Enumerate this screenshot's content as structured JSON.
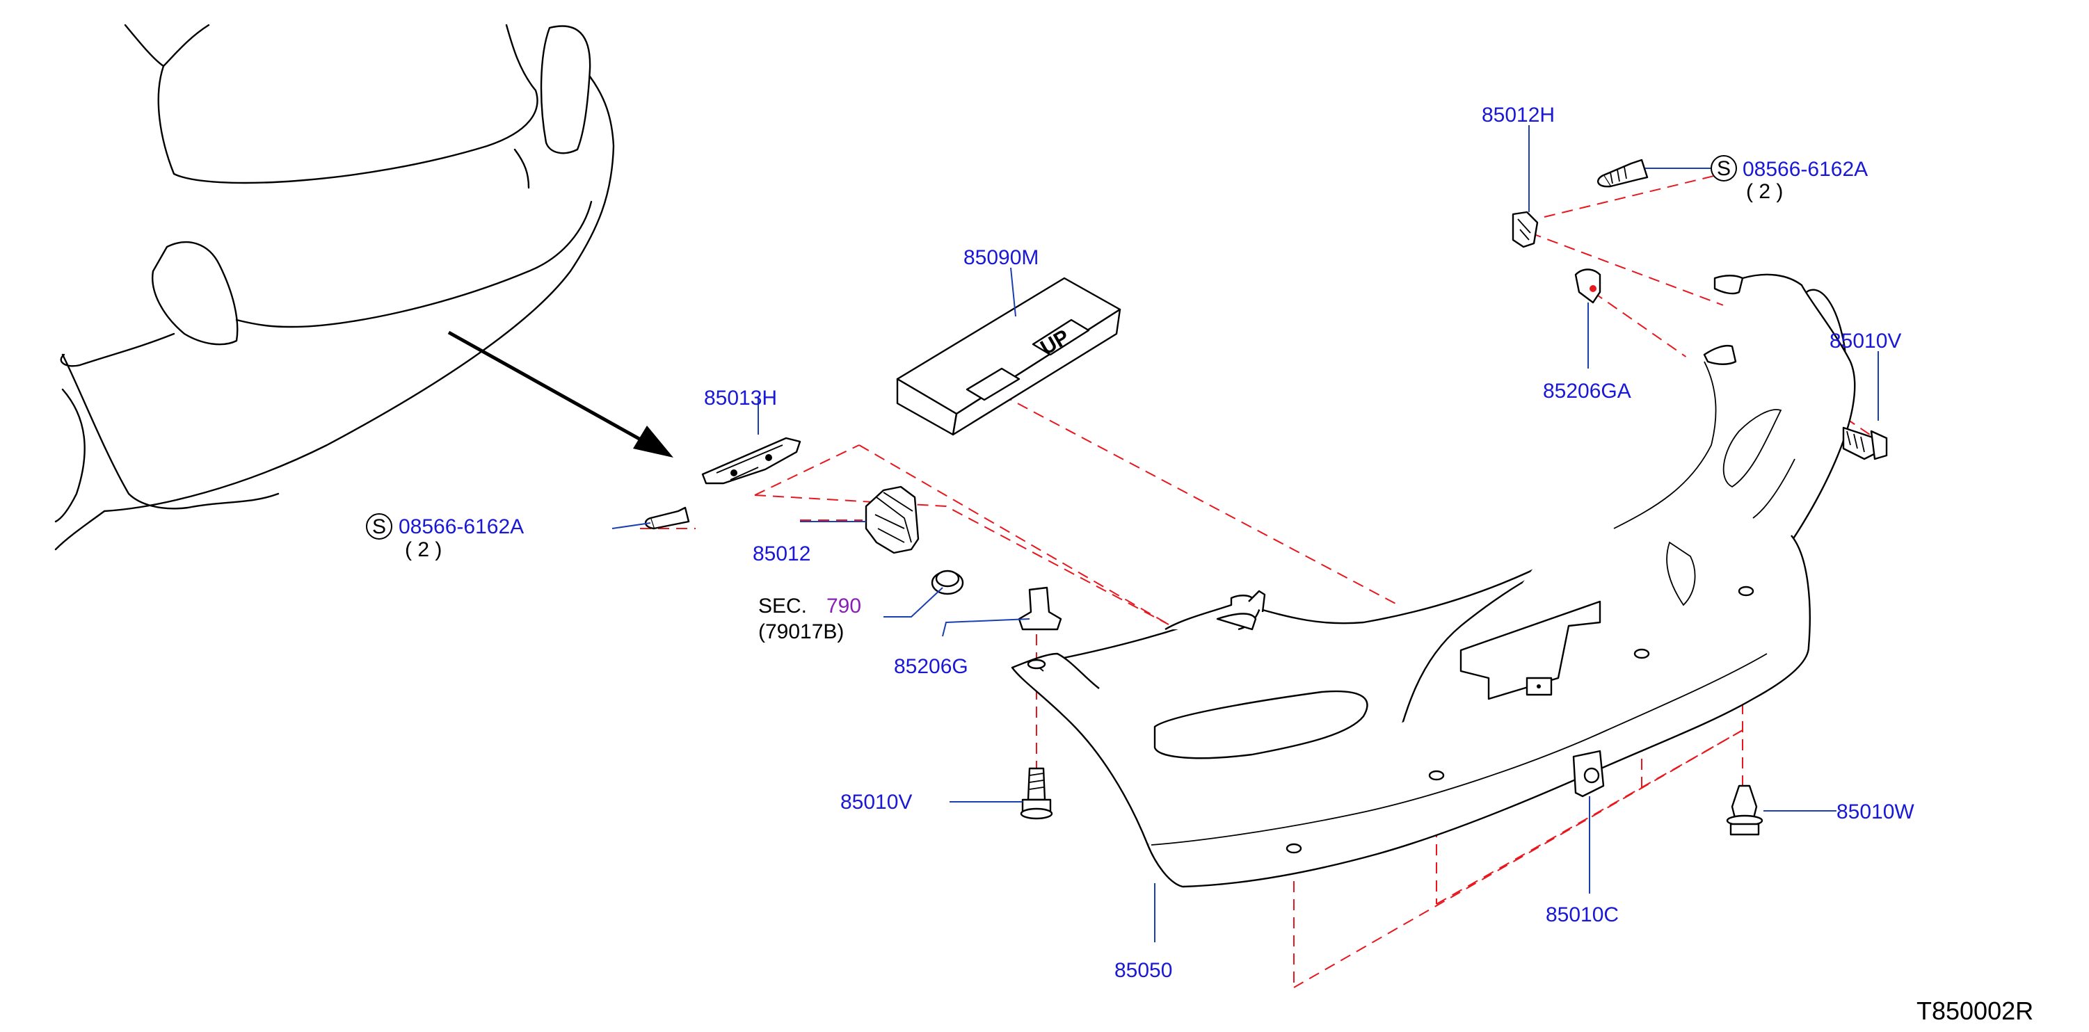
{
  "labels": {
    "p85012H": "85012H",
    "p08566_right": "08566-6162A",
    "qty_right": "( 2 )",
    "p85090M": "85090M",
    "p85013H": "85013H",
    "p85010V_right": "85010V",
    "p85206GA": "85206GA",
    "p08566_left": "08566-6162A",
    "qty_left": "( 2 )",
    "p85012_left": "85012",
    "sec": "SEC.",
    "sec_num": "790",
    "sec_ref": "(79017B)",
    "p85206G": "85206G",
    "p85010V_left": "85010V",
    "p85010W": "85010W",
    "p85010C": "85010C",
    "p85050": "85050",
    "s_symbol": "S",
    "up_mark": "UP",
    "diagram_code": "T850002R"
  },
  "colors": {
    "label_blue": "#1818d6",
    "dash_red": "#e8161d",
    "section_purple": "#8a1fb8"
  }
}
